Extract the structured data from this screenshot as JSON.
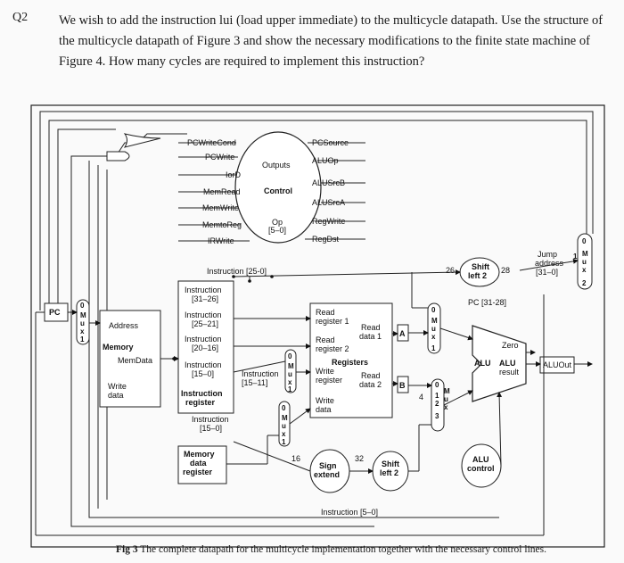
{
  "question": {
    "number": "Q2",
    "line1": "We wish to add the instruction lui (load upper immediate) to the multicycle datapath. Use the structure of",
    "line2": "the multicycle datapath of Figure 3 and show the necessary modifications to the finite state machine of",
    "line3": "Figure 4. How many cycles are required to implement this instruction?"
  },
  "control": {
    "outputs": "Outputs",
    "control": "Control",
    "op": "Op",
    "op_bits": "[5–0]",
    "left_signals": [
      "PCWriteCond",
      "PCWrite",
      "IorD",
      "MemRead",
      "MemWrite",
      "MemtoReg",
      "IRWrite"
    ],
    "right_signals": [
      "PCSource",
      "ALUOp",
      "ALUSrcB",
      "ALUSrcA",
      "RegWrite",
      "RegDst"
    ]
  },
  "datapath": {
    "pc": "PC",
    "address": "Address",
    "memory": "Memory",
    "memdata": "MemData",
    "write_data": "Write",
    "write_data2": "data",
    "instr_2501": "Instruction [25-0]",
    "instr_31_26a": "Instruction",
    "instr_31_26b": "[31–26]",
    "instr_25_21a": "Instruction",
    "instr_25_21b": "[25–21]",
    "instr_20_16a": "Instruction",
    "instr_20_16b": "[20–16]",
    "instr_15_0a": "Instruction",
    "instr_15_0b": "[15–0]",
    "instr_15_11a": "Instruction",
    "instr_15_11b": "[15–11]",
    "ir_a": "Instruction",
    "ir_b": "register",
    "instr2_a": "Instruction",
    "instr2_b": "[15–0]",
    "mdr_a": "Memory",
    "mdr_b": "data",
    "mdr_c": "register",
    "read_reg1_a": "Read",
    "read_reg1_b": "register 1",
    "read_reg2_a": "Read",
    "read_reg2_b": "register 2",
    "registers": "Registers",
    "write_reg_a": "Write",
    "write_reg_b": "register",
    "write_data_a": "Write",
    "write_data_b": "data",
    "read_data1_a": "Read",
    "read_data1_b": "data 1",
    "read_data2_a": "Read",
    "read_data2_b": "data 2",
    "a": "A",
    "b": "B",
    "sign_a": "Sign",
    "sign_b": "extend",
    "shift_a": "Shift",
    "shift_b": "left 2",
    "shift2_a": "Shift",
    "shift2_b": "left 2",
    "n16": "16",
    "n32": "32",
    "n26": "26",
    "n28": "28",
    "pc_31_28": "PC [31-28]",
    "jump_a": "Jump",
    "jump_b": "address",
    "jump_c": "[31–0]",
    "zero": "Zero",
    "alu": "ALU",
    "alu_result_a": "ALU",
    "alu_result_b": "result",
    "aluout": "ALUOut",
    "alu_control_a": "ALU",
    "alu_control_b": "control",
    "instr_15_0_bottom": "Instruction [5–0]",
    "n4": "4"
  },
  "caption": {
    "prefix": "Fig 3",
    "text": "The complete datapath for the multicycle implementation together with the necessary control lines."
  }
}
